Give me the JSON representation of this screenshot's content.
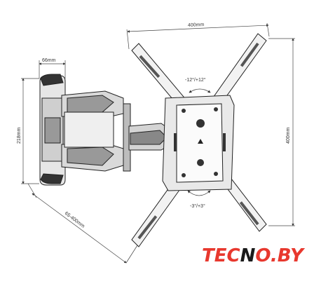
{
  "diagram": {
    "dimensions": {
      "top_width": "400mm",
      "right_height": "400mm",
      "wall_plate_width": "66mm",
      "wall_plate_height": "218mm",
      "extension_range": "65-400mm"
    },
    "tilt_range": "-12°/+12°",
    "swivel_range": "-3°/+3°"
  },
  "logo": {
    "part1": "TEC",
    "part2": "N",
    "part3": "O.BY",
    "colors": {
      "red": "#e8382e",
      "black": "#1a1a1a"
    }
  }
}
